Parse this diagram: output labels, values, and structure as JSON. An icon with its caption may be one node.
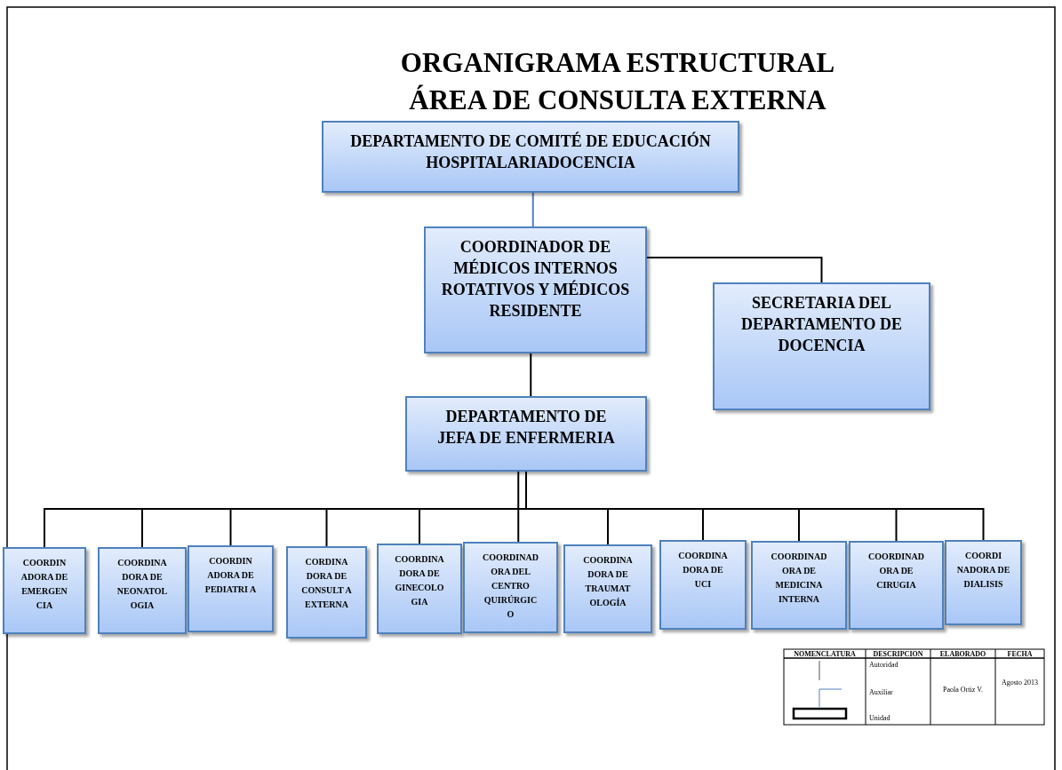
{
  "diagram": {
    "title": "ORGANIGRAMA ESTRUCTURAL ÁREA DE CONSULTA EXTERNA",
    "nodes": [
      {
        "text": [
          "DEPARTAMENTO DE COMITÉ DE EDUCACIÓN HOSPITALARIADOCENCIA"
        ]
      },
      {
        "text": [
          "COORDINADOR DE MÉDICOS INTERNOS ROTATIVOS Y MÉDICOS RESIDENTE"
        ]
      },
      {
        "text": [
          "SECRETARIA DEL DEPARTAMENTO DE DOCENCIA"
        ]
      },
      {
        "text": [
          "DEPARTAMENTO DE JEFA DE ENFERMERIA"
        ]
      },
      {
        "text": [
          "COORDIN ADORA DE EMERGEN CIA"
        ]
      },
      {
        "text": [
          "COORDINA DORA DE NEONATOL OGIA"
        ]
      },
      {
        "text": [
          "COORDIN ADORA DE PEDIATRI A"
        ]
      },
      {
        "text": [
          "CORDINA DORA DE CONSULT A EXTERNA"
        ]
      },
      {
        "text": [
          "COORDINA DORA DE GINECOLO GIA"
        ]
      },
      {
        "text": [
          "COORDINAD ORA DEL CENTRO QUIRÚRGIC O"
        ]
      },
      {
        "text": [
          "COORDINA DORA DE TRAUMAT OLOGÍA"
        ]
      },
      {
        "text": [
          "COORDINA DORA DE UCI"
        ]
      },
      {
        "text": [
          "COORDINAD ORA DE MEDICINA INTERNA"
        ]
      },
      {
        "text": [
          "COORDINAD ORA DE CIRUGIA"
        ]
      },
      {
        "text": [
          "COORDI NADORA DE DIALISIS"
        ]
      }
    ],
    "edges": [
      {
        "from": 0,
        "to": 1,
        "arrow": "none",
        "color": "#4f81bd"
      },
      {
        "from": 1,
        "to": 2,
        "arrow": "none"
      },
      {
        "from": 1,
        "to": 3,
        "arrow": "none"
      },
      {
        "from": 3,
        "to": 4,
        "arrow": "none"
      },
      {
        "from": 3,
        "to": 5,
        "arrow": "none"
      },
      {
        "from": 3,
        "to": 6,
        "arrow": "none"
      },
      {
        "from": 3,
        "to": 7,
        "arrow": "none"
      },
      {
        "from": 3,
        "to": 8,
        "arrow": "none"
      },
      {
        "from": 3,
        "to": 9,
        "arrow": "none"
      },
      {
        "from": 3,
        "to": 10,
        "arrow": "none"
      },
      {
        "from": 3,
        "to": 11,
        "arrow": "none"
      },
      {
        "from": 3,
        "to": 12,
        "arrow": "none"
      },
      {
        "from": 3,
        "to": 13,
        "arrow": "none"
      },
      {
        "from": 3,
        "to": 14,
        "arrow": "none"
      }
    ],
    "labels": [
      "NOMENCLATURA",
      "DESCRIPCION",
      "ELABORADO",
      "FECHA",
      "Autoridad",
      "Auxiliar",
      "Unidad",
      "Paola Ortiz V.",
      "Agosto 2013"
    ]
  }
}
